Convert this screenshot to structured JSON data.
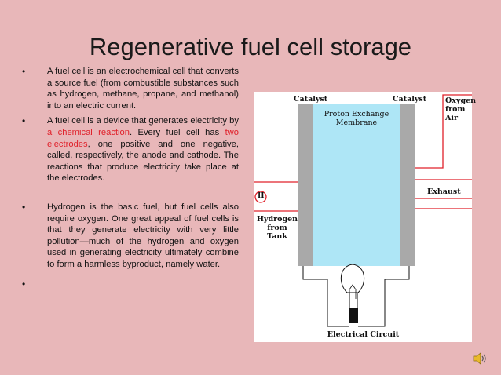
{
  "slide": {
    "title": "Regenerative fuel cell storage"
  },
  "bullets": {
    "b1": "A fuel cell is an electrochemical cell that converts a source fuel (from combustible substances such as hydrogen, methane, propane, and methanol) into an electric current.",
    "b2_part1": "A fuel cell is a device that generates electricity by ",
    "b2_link1": "a chemical reaction",
    "b2_part2": ". Every fuel cell has ",
    "b2_link2": "two electrodes",
    "b2_part3": ", one positive and one negative, called, respectively, the anode and cathode. The reactions that produce electricity take place at the electrodes.",
    "b3": "Hydrogen is the basic fuel, but fuel cells also require oxygen. One great appeal of fuel cells is that they generate electricity with very little pollution—much of the hydrogen and oxygen used in generating electricity ultimately combine to form a harmless byproduct, namely water.",
    "dot": "•"
  },
  "diagram": {
    "catalyst_left": "Catalyst",
    "catalyst_right": "Catalyst",
    "membrane_line1": "Proton Exchange",
    "membrane_line2": "Membrane",
    "oxygen_line1": "Oxygen",
    "oxygen_line2": "from",
    "oxygen_line3": "Air",
    "exhaust": "Exhaust",
    "hydrogen_symbol": "H",
    "hydrogen_line1": "Hydrogen",
    "hydrogen_line2": "from",
    "hydrogen_line3": "Tank",
    "circuit": "Electrical Circuit"
  },
  "colors": {
    "background": "#e8b7b9",
    "membrane": "#aee6f6",
    "catalyst": "#a9a9a9",
    "pipe": "#e0202a",
    "link": "#e0202a"
  },
  "icons": {
    "audio": "speaker-icon"
  }
}
